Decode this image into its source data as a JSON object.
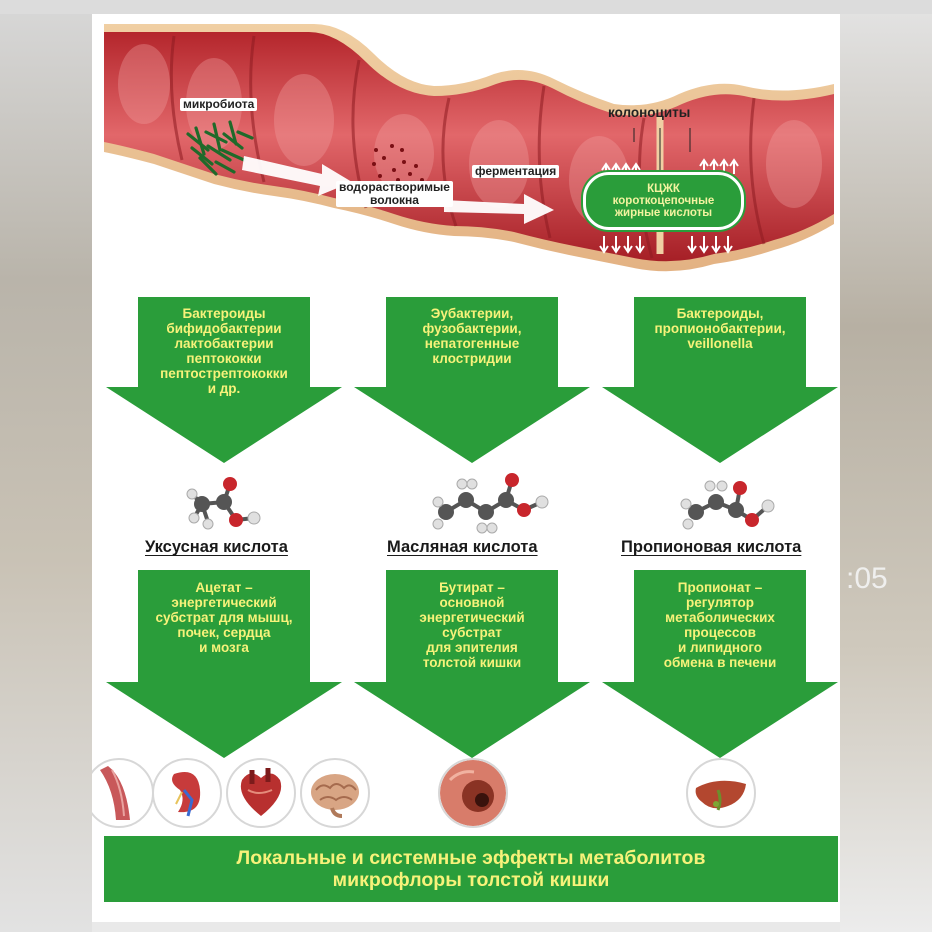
{
  "intestine": {
    "microbiota": "микробиота",
    "fibers_line1": "водорастворимые",
    "fibers_line2": "волокна",
    "fermentation": "ферментация",
    "colonocytes": "колоноциты",
    "scfa_line1": "КЦЖК",
    "scfa_line2": "короткоцепочные",
    "scfa_line3": "жирные кислоты"
  },
  "columns": [
    {
      "bacteria": [
        "Бактероиды",
        "бифидобактерии",
        "лактобактерии",
        "пептококки",
        "пептострептококки",
        "и др."
      ],
      "acid": "Уксусная кислота",
      "effect": [
        "Ацетат –",
        "энергетический",
        "субстрат для мышц,",
        "почек, сердца",
        "и мозга"
      ],
      "organs": [
        "muscle-icon",
        "kidney-icon",
        "heart-icon",
        "brain-icon"
      ]
    },
    {
      "bacteria": [
        "Эубактерии,",
        "фузобактерии,",
        "непатогенные",
        "клостридии"
      ],
      "acid": "Масляная кислота",
      "effect": [
        "Бутират –",
        "основной",
        "энергетический",
        "субстрат",
        "для эпителия",
        "толстой кишки"
      ],
      "organs": [
        "colon-lumen-icon"
      ]
    },
    {
      "bacteria": [
        "Бактероиды,",
        "пропионобактерии,",
        "veillonella"
      ],
      "acid": "Пропионовая кислота",
      "effect": [
        "Пропионат –",
        "регулятор",
        "метаболических",
        "процессов",
        "и липидного",
        "обмена в печени"
      ],
      "organs": [
        "liver-icon"
      ]
    }
  ],
  "footer": {
    "line1": "Локальные и системные эффекты метаболитов",
    "line2": "микрофлоры толстой кишки"
  },
  "overlay": {
    "timestamp": ":05"
  },
  "colors": {
    "green": "#2a9d3a",
    "yellow_text": "#f7f27a",
    "intestine_red": "#c8343a"
  }
}
